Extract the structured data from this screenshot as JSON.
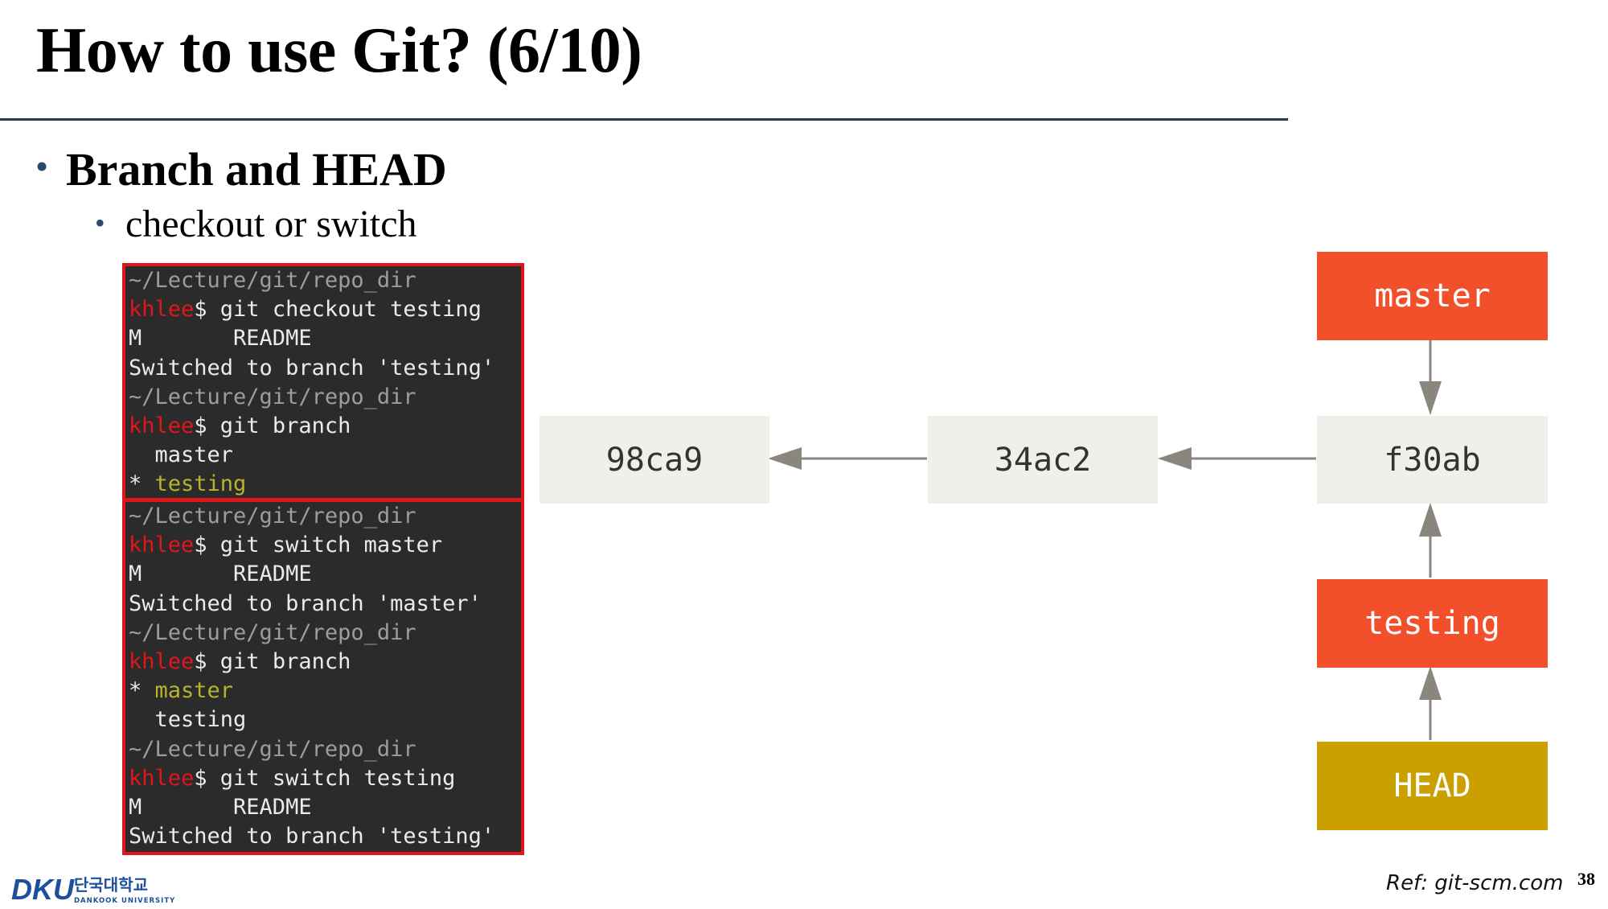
{
  "slide": {
    "title": "How to use Git? (6/10)",
    "bullet_main": "Branch and HEAD",
    "bullet_sub": "checkout or switch",
    "reference": "Ref: git-scm.com",
    "page_number": "38",
    "logo": {
      "text_korean": "단국대학교",
      "text_english": "DANKOOK UNIVERSITY",
      "mark": "DKU"
    }
  },
  "terminal_top": {
    "lines": [
      {
        "path": "~/Lecture/git/repo_dir"
      },
      {
        "user": "khlee",
        "prompt": "$ ",
        "cmd": "git checkout testing"
      },
      {
        "text": "M       README"
      },
      {
        "text": "Switched to branch 'testing'"
      },
      {
        "path": "~/Lecture/git/repo_dir"
      },
      {
        "user": "khlee",
        "prompt": "$ ",
        "cmd": "git branch"
      },
      {
        "text": "  master"
      },
      {
        "star": "* ",
        "hl": "testing"
      }
    ]
  },
  "terminal_bottom": {
    "lines": [
      {
        "path": "~/Lecture/git/repo_dir"
      },
      {
        "user": "khlee",
        "prompt": "$ ",
        "cmd": "git switch master"
      },
      {
        "text": "M       README"
      },
      {
        "text": "Switched to branch 'master'"
      },
      {
        "path": "~/Lecture/git/repo_dir"
      },
      {
        "user": "khlee",
        "prompt": "$ ",
        "cmd": "git branch"
      },
      {
        "star": "* ",
        "hl": "master"
      },
      {
        "text": "  testing"
      },
      {
        "path": "~/Lecture/git/repo_dir"
      },
      {
        "user": "khlee",
        "prompt": "$ ",
        "cmd": "git switch testing"
      },
      {
        "text": "M       README"
      },
      {
        "text": "Switched to branch 'testing'"
      }
    ]
  },
  "diagram": {
    "commits": [
      "98ca9",
      "34ac2",
      "f30ab"
    ],
    "branch_master": "master",
    "branch_testing": "testing",
    "head": "HEAD",
    "colors": {
      "branch": "#f2502b",
      "head": "#cb9f00",
      "commit": "#f0efe9",
      "arrow": "#8a857d"
    }
  }
}
